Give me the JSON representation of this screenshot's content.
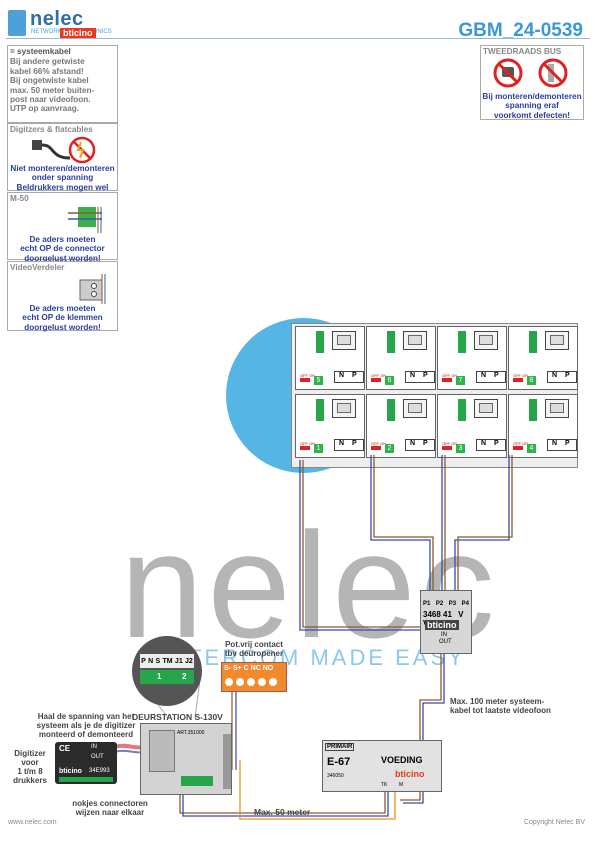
{
  "header": {
    "brand": "nelec",
    "brand_sub": "NETWORK & ELECTRONICS",
    "partner": "bticino",
    "doc_id": "GBM_24-0539"
  },
  "notes": {
    "cable": {
      "title": "= systeemkabel",
      "lines": [
        "Bij andere getwiste",
        "kabel 66% afstand!",
        "Bij ongetwiste kabel",
        "max. 50 meter buiten-",
        "post naar videofoon.",
        "UTP op aanvraag."
      ]
    },
    "digitizers": {
      "title": "Digitzers & flatcables",
      "lines": [
        "Niet monteren/demonteren",
        "onder spanning",
        "Beldrukkers mogen wel"
      ]
    },
    "m50": {
      "title": "M-50",
      "lines": [
        "De aders moeten",
        "echt OP de connector",
        "doorgelust worden!"
      ]
    },
    "videoverdeler": {
      "title": "VideoVerdeler",
      "lines": [
        "De aders moeten",
        "echt OP de klemmen",
        "doorgelust worden!"
      ]
    },
    "bus": {
      "title": "TWEEDRAADS BUS",
      "lines": [
        "Bij monteren/demonteren",
        "spanning eraf",
        "voorkomt defecten!"
      ]
    }
  },
  "monitors": {
    "n_label": "N",
    "p_label": "P",
    "switch_label": "OFF ON",
    "units": [
      "5",
      "6",
      "7",
      "8",
      "1",
      "2",
      "3",
      "4"
    ]
  },
  "distributor": {
    "ports": [
      "P1",
      "P2",
      "P3",
      "P4"
    ],
    "model": "3468 41",
    "vv": "V V",
    "brand": "bticino",
    "in_label": "IN",
    "out_label": "OUT"
  },
  "door_station": {
    "title": "DEURSTATION S-130V",
    "terminals": [
      "P",
      "N",
      "S",
      "TM",
      "J1",
      "J2"
    ],
    "unit_ids": [
      "1",
      "2"
    ],
    "module": "ART.351000"
  },
  "contact": {
    "title_lines": [
      "Pot.vrij contact",
      "tbv deuropener"
    ],
    "terminals": "S-  S+ C NC NO"
  },
  "digitizer": {
    "warn_lines": [
      "Haal de spanning van het",
      "systeem als je de digitizer",
      "monteerd of demonteerd"
    ],
    "label_lines": [
      "Digitizer",
      "voor",
      "1 t/m 8",
      "drukkers"
    ],
    "in_label": "IN",
    "out_label": "OUT",
    "brand": "bticino",
    "model": "34E993",
    "ce": "CE",
    "notch_lines": [
      "nokjes connectoren",
      "wijzen naar elkaar"
    ]
  },
  "power": {
    "primair": "PRIMAIR",
    "model": "E-67",
    "title": "VOEDING",
    "code": "346050",
    "brand": "bticino",
    "tk": "TK",
    "m": "M"
  },
  "annotations": {
    "max100_lines": [
      "Max. 100 meter systeem-",
      "kabel tot laatste videofoon"
    ],
    "max50": "Max. 50 meter"
  },
  "watermark": {
    "word": "nelec",
    "slogan": "INTERCOM MADE EASY"
  },
  "footer": {
    "left": "www.nelec.com",
    "right": "Copyright Nelec BV"
  },
  "colors": {
    "brand_blue": "#3a98d6",
    "note_blue": "#2a3f9c",
    "bticino_red": "#e53a1e",
    "terminal_green": "#27a54b",
    "contact_orange": "#f08a2c"
  }
}
